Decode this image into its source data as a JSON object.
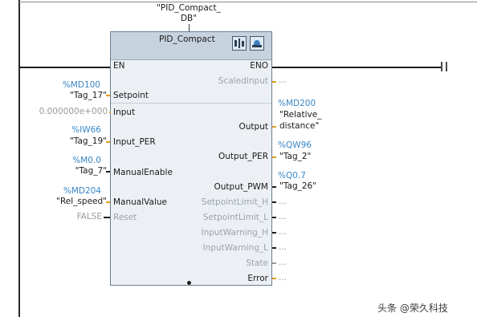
{
  "block": {
    "instance_db": "\"PID_Compact_\nDB\"",
    "type_name": "PID_Compact",
    "button_commissioning_icon": "commissioning-icon",
    "button_config_icon": "config-icon"
  },
  "pins": {
    "en": "EN",
    "eno": "ENO",
    "setpoint": "Setpoint",
    "input": "Input",
    "input_per": "Input_PER",
    "manual_enable": "ManualEnable",
    "manual_value": "ManualValue",
    "reset": "Reset",
    "scaled_input": "ScaledInput",
    "output": "Output",
    "output_per": "Output_PER",
    "output_pwm": "Output_PWM",
    "setpoint_limit_h": "SetpointLimit_H",
    "setpoint_limit_l": "SetpointLimit_L",
    "input_warning_h": "InputWarning_H",
    "input_warning_l": "InputWarning_L",
    "state": "State",
    "error": "Error"
  },
  "inputs": {
    "setpoint_addr": "%MD100",
    "setpoint_tag": "\"Tag_17\"",
    "input_value": "0.000000e+000",
    "input_per_addr": "%IW66",
    "input_per_tag": "\"Tag_19\"",
    "manual_enable_addr": "%M0.0",
    "manual_enable_tag": "\"Tag_7\"",
    "manual_value_addr": "%MD204",
    "manual_value_tag": "\"Rel_speed\"",
    "reset_value": "FALSE"
  },
  "outputs": {
    "output_addr": "%MD200",
    "output_tag_line1": "\"Relative_",
    "output_tag_line2": "distance\"",
    "output_per_addr": "%QW96",
    "output_per_tag": "\"Tag_2\"",
    "output_pwm_addr": "%Q0.7",
    "output_pwm_tag": "\"Tag_26\"",
    "unconnected": "..."
  },
  "watermark": "头条 @荣久科技",
  "colors": {
    "address_blue": "#3a86c5",
    "wire_orange": "#e0a020",
    "block_header": "#c6d2de",
    "block_body": "#ecf0f4"
  }
}
